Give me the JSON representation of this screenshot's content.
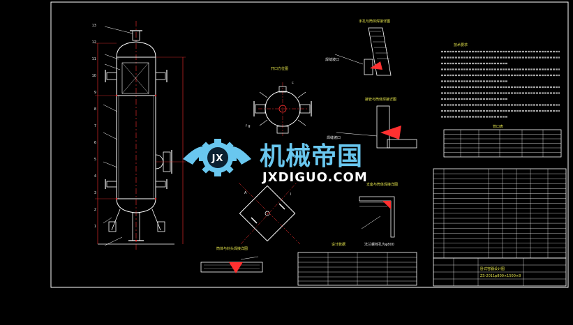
{
  "watermark": {
    "brand_cn": "机械帝国",
    "brand_url": "JXDIGUO.COM",
    "logo_letters": "JX"
  },
  "drawing": {
    "title_block": {
      "title": "卧式容器设计图",
      "drawing_number": "ZS-2011φ800×1500×8"
    },
    "tech_requirements_title": "技术要求",
    "nozzle_table_title": "管口表",
    "section_titles": {
      "weld_detail_top": "手孔与筒体焊接详图",
      "top_view": "开口方位图",
      "weld_detail_mid": "接管与筒体焊接详图",
      "weld_detail_right": "支座与筒体焊接详图",
      "weld_detail_bottom": "筒体与封头焊接详图",
      "design_data": "设计数据",
      "flange_note": "法兰螺栓孔为φ800"
    },
    "vessel_labels": [
      "13",
      "12",
      "11",
      "10",
      "9",
      "8",
      "7",
      "6",
      "5",
      "4",
      "3",
      "2",
      "1"
    ],
    "colors": {
      "background": "#000000",
      "frame": "#ffffff",
      "vessel": "#ffffff",
      "nozzle": "#d0d0d0",
      "dimension": "#ff3030",
      "weld": "#ff4040",
      "watermark_blue": "#69c7ef"
    }
  }
}
